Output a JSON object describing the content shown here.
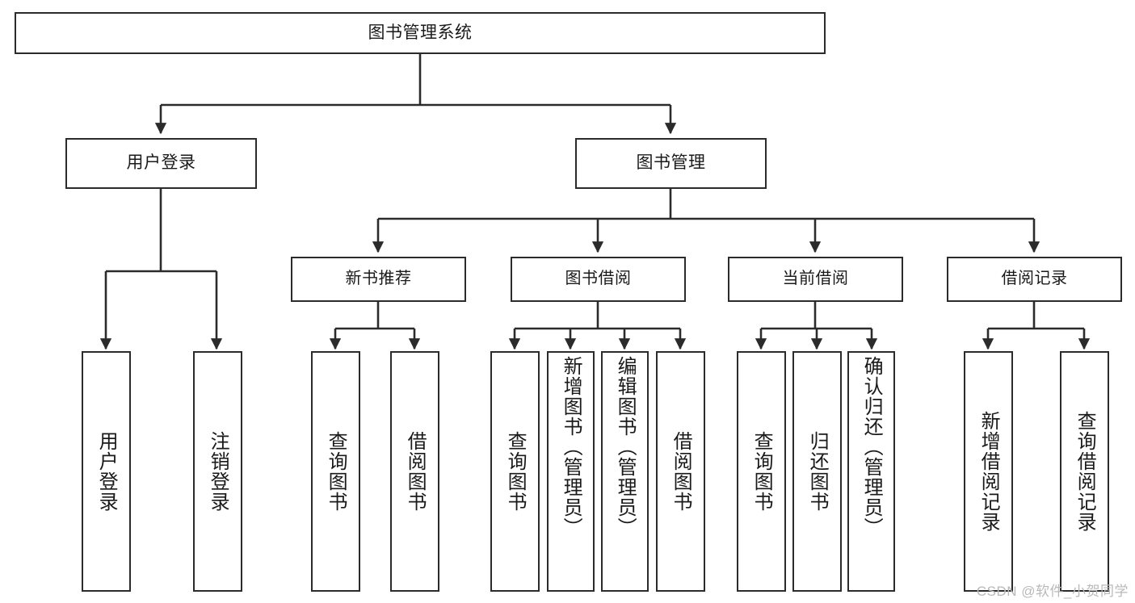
{
  "diagram": {
    "title": "图书管理系统",
    "type": "tree",
    "root": {
      "id": "root",
      "label": "图书管理系统"
    },
    "level2": [
      {
        "id": "user-login",
        "label": "用户登录"
      },
      {
        "id": "book-management",
        "label": "图书管理"
      }
    ],
    "level3": [
      {
        "id": "new-book-recommend",
        "label": "新书推荐",
        "parent": "book-management"
      },
      {
        "id": "book-borrow",
        "label": "图书借阅",
        "parent": "book-management"
      },
      {
        "id": "current-borrow",
        "label": "当前借阅",
        "parent": "book-management"
      },
      {
        "id": "borrow-record",
        "label": "借阅记录",
        "parent": "book-management"
      }
    ],
    "leaves": [
      {
        "id": "leaf-user-login",
        "label": "用户登录",
        "parent": "user-login"
      },
      {
        "id": "leaf-logout-login",
        "label": "注销登录",
        "parent": "user-login"
      },
      {
        "id": "leaf-query-book-1",
        "label": "查询图书",
        "parent": "new-book-recommend"
      },
      {
        "id": "leaf-borrow-book-1",
        "label": "借阅图书",
        "parent": "new-book-recommend"
      },
      {
        "id": "leaf-query-book-2",
        "label": "查询图书",
        "parent": "book-borrow"
      },
      {
        "id": "leaf-add-book",
        "label": "新增图书（管理员）",
        "parent": "book-borrow"
      },
      {
        "id": "leaf-edit-book",
        "label": "编辑图书（管理员）",
        "parent": "book-borrow"
      },
      {
        "id": "leaf-borrow-book-2",
        "label": "借阅图书",
        "parent": "book-borrow"
      },
      {
        "id": "leaf-query-book-3",
        "label": "查询图书",
        "parent": "current-borrow"
      },
      {
        "id": "leaf-return-book",
        "label": "归还图书",
        "parent": "current-borrow"
      },
      {
        "id": "leaf-confirm-return",
        "label": "确认归还（管理员）",
        "parent": "current-borrow"
      },
      {
        "id": "leaf-add-record",
        "label": "新增借阅记录",
        "parent": "borrow-record"
      },
      {
        "id": "leaf-query-record",
        "label": "查询借阅记录",
        "parent": "borrow-record"
      }
    ],
    "colors": {
      "line": "#2b2b2b",
      "box_border": "#2b2b2b",
      "box_fill": "#ffffff",
      "text": "#1a1a1a",
      "watermark": "#b9b9b9",
      "background": "#ffffff"
    }
  },
  "watermark": {
    "text": "CSDN @软件_小贺同学"
  }
}
